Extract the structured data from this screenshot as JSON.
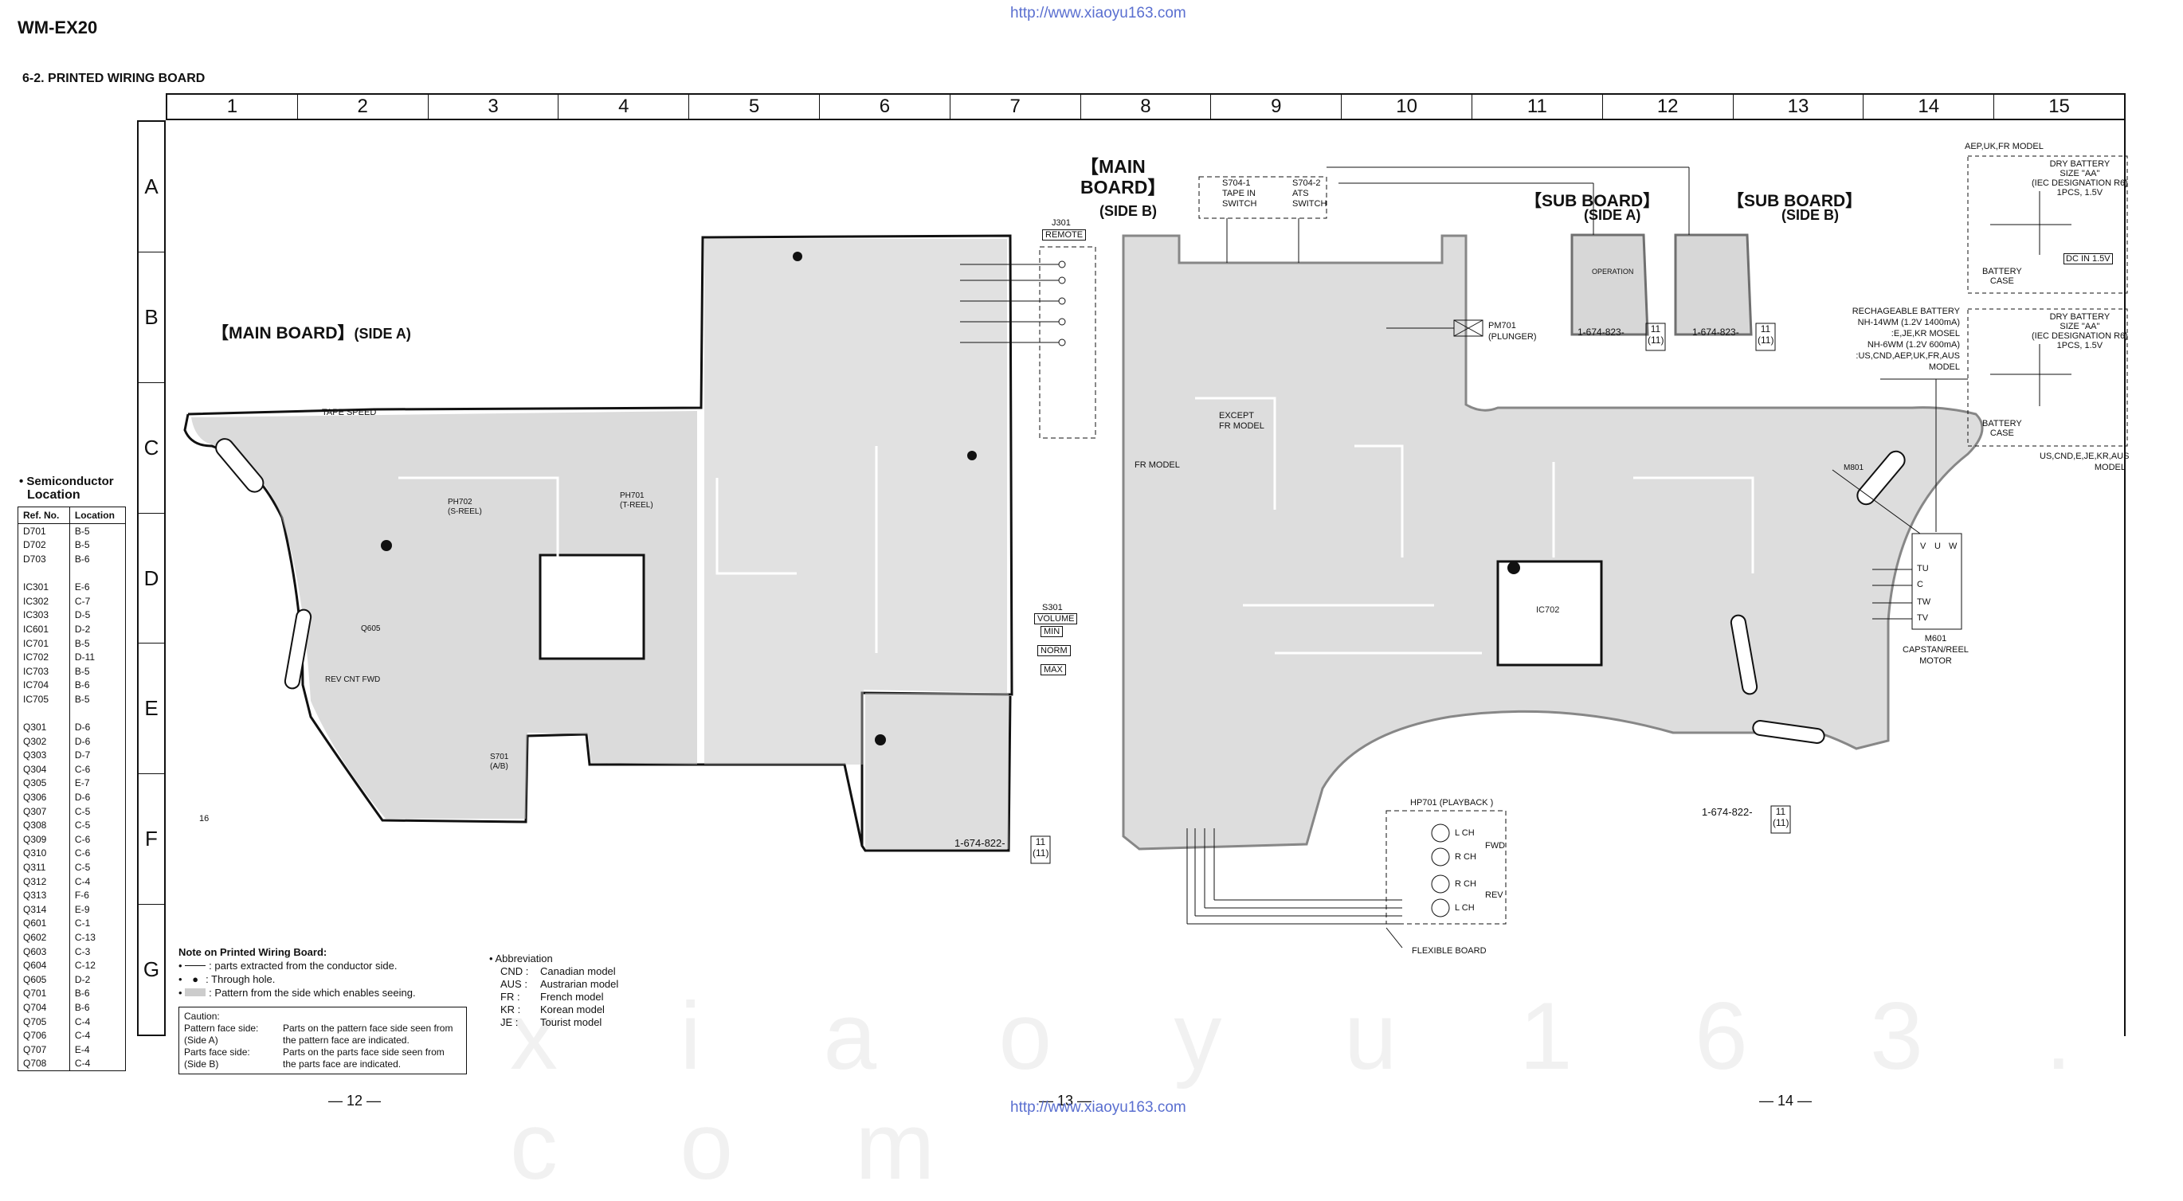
{
  "header": {
    "model": "WM-EX20",
    "url_top": "http://www.xiaoyu163.com",
    "url_bottom": "http://www.xiaoyu163.com",
    "section": "6-2. PRINTED WIRING BOARD"
  },
  "grid": {
    "columns": [
      "1",
      "2",
      "3",
      "4",
      "5",
      "6",
      "7",
      "8",
      "9",
      "10",
      "11",
      "12",
      "13",
      "14",
      "15"
    ],
    "rows": [
      "A",
      "B",
      "C",
      "D",
      "E",
      "F",
      "G"
    ]
  },
  "semiconductor": {
    "title_line1": "• Semiconductor",
    "title_line2": "Location",
    "col_ref": "Ref. No.",
    "col_loc": "Location",
    "rows": [
      [
        "D701",
        "B-5"
      ],
      [
        "D702",
        "B-5"
      ],
      [
        "D703",
        "B-6"
      ],
      [
        "",
        ""
      ],
      [
        "IC301",
        "E-6"
      ],
      [
        "IC302",
        "C-7"
      ],
      [
        "IC303",
        "D-5"
      ],
      [
        "IC601",
        "D-2"
      ],
      [
        "IC701",
        "B-5"
      ],
      [
        "IC702",
        "D-11"
      ],
      [
        "IC703",
        "B-5"
      ],
      [
        "IC704",
        "B-6"
      ],
      [
        "IC705",
        "B-5"
      ],
      [
        "",
        ""
      ],
      [
        "Q301",
        "D-6"
      ],
      [
        "Q302",
        "D-6"
      ],
      [
        "Q303",
        "D-7"
      ],
      [
        "Q304",
        "C-6"
      ],
      [
        "Q305",
        "E-7"
      ],
      [
        "Q306",
        "D-6"
      ],
      [
        "Q307",
        "C-5"
      ],
      [
        "Q308",
        "C-5"
      ],
      [
        "Q309",
        "C-6"
      ],
      [
        "Q310",
        "C-6"
      ],
      [
        "Q311",
        "C-5"
      ],
      [
        "Q312",
        "C-4"
      ],
      [
        "Q313",
        "F-6"
      ],
      [
        "Q314",
        "E-9"
      ],
      [
        "Q601",
        "C-1"
      ],
      [
        "Q602",
        "C-13"
      ],
      [
        "Q603",
        "C-3"
      ],
      [
        "Q604",
        "C-12"
      ],
      [
        "Q605",
        "D-2"
      ],
      [
        "Q701",
        "B-6"
      ],
      [
        "Q704",
        "B-6"
      ],
      [
        "Q705",
        "C-4"
      ],
      [
        "Q706",
        "C-4"
      ],
      [
        "Q707",
        "E-4"
      ],
      [
        "Q708",
        "C-4"
      ]
    ]
  },
  "notes": {
    "title": "Note on Printed Wiring Board:",
    "items": [
      ": parts extracted from the conductor side.",
      ": Through hole.",
      ": Pattern from the side which enables seeing."
    ]
  },
  "caution": {
    "title": "Caution:",
    "rows": [
      [
        "Pattern face side:",
        "Parts on the pattern face side seen from"
      ],
      [
        "(Side A)",
        "the pattern face are indicated."
      ],
      [
        "Parts face side:",
        "Parts on the parts face side seen from"
      ],
      [
        "(Side B)",
        "the parts face are indicated."
      ]
    ]
  },
  "abbreviation": {
    "title": "• Abbreviation",
    "items": [
      [
        "CND :",
        "Canadian model"
      ],
      [
        "AUS :",
        "Austrarian model"
      ],
      [
        "FR :",
        "French model"
      ],
      [
        "KR :",
        "Korean model"
      ],
      [
        "JE :",
        "Tourist model"
      ]
    ]
  },
  "boards": {
    "main_a_title": "【MAIN BOARD】",
    "main_a_side": "(SIDE A)",
    "main_b_title_1": "【MAIN",
    "main_b_title_2": "BOARD】",
    "main_b_side": "(SIDE B)",
    "sub_a_title": "【SUB BOARD】",
    "sub_a_side": "(SIDE A)",
    "sub_b_title": "【SUB BOARD】",
    "sub_b_side": "(SIDE B)",
    "main_part_no": "1-674-822-",
    "sub_part_no": "1-674-823-",
    "rev_num": "11",
    "rev_den": "(11)"
  },
  "labels": {
    "j301": "J301",
    "remote": "REMOTE",
    "s301": "S301",
    "volume": "VOLUME",
    "min": "MIN",
    "norm": "NORM",
    "max": "MAX",
    "s704_1": "S704-1",
    "tape_in": "TAPE IN",
    "switch1": "SWITCH",
    "s704_2": "S704-2",
    "ats": "ATS",
    "switch2": "SWITCH",
    "pm701": "PM701",
    "plunger": "(PLUNGER)",
    "except_fr_1": "EXCEPT",
    "except_fr_2": "FR MODEL",
    "fr_model": "FR MODEL",
    "tape_speed": "TAPE SPEED",
    "ic702": "IC702",
    "hp701": "HP701 (PLAYBACK )",
    "l_ch": "L CH",
    "r_ch": "R CH",
    "fwd": "FWD",
    "rev": "REV",
    "flexible": "FLEXIBLE BOARD",
    "m601": "M601",
    "capstan": "CAPSTAN/REEL",
    "motor": "MOTOR",
    "u": "U",
    "v": "V",
    "w": "W",
    "tu": "TU",
    "c": "C",
    "tw": "TW",
    "tv": "TV",
    "aep_model": "AEP,UK,FR MODEL",
    "dry_battery": "DRY BATTERY",
    "size_aa": "SIZE \"AA\"",
    "iec": "(IEC DESIGNATION R6)",
    "pcs": "1PCS, 1.5V",
    "battery_case": "BATTERY",
    "case": "CASE",
    "dc_in": "DC IN 1.5V",
    "rech_1": "RECHAGEABLE BATTERY",
    "rech_2": "NH-14WM (1.2V 1400mA)",
    "rech_3": ":E,JE,KR MOSEL",
    "rech_4": "NH-6WM (1.2V 600mA)",
    "rech_5": ":US,CND,AEP,UK,FR,AUS",
    "rech_6": "MODEL",
    "us_models_1": "US,CND,E,JE,KR,AUS",
    "us_models_2": "MODEL",
    "operation": "OPERATION",
    "s701": "S701",
    "s701_sub": "(A/B)",
    "ph702_1": "PH702",
    "ph702_2": "(S-REEL)",
    "ph701_1": "PH701",
    "ph701_2": "(T-REEL)",
    "q605": "Q605",
    "rev_cnt_fwd": "REV  CNT  FWD",
    "num16": "16",
    "m801": "M801"
  },
  "pages": [
    "— 12 —",
    "— 13 —",
    "— 14 —"
  ],
  "watermark": "x i a o y u 1 6 3 . c o m"
}
